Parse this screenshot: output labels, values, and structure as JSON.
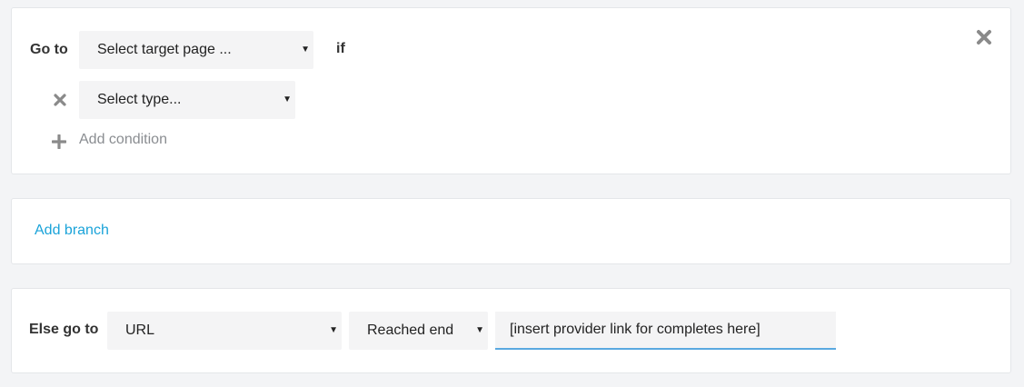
{
  "branch": {
    "goto_label": "Go to",
    "target_select": "Select target page ...",
    "if_label": "if",
    "type_select": "Select type...",
    "add_condition": "Add condition"
  },
  "add_branch": {
    "label": "Add branch"
  },
  "else_branch": {
    "label": "Else go to",
    "destination_select": "URL",
    "status_select": "Reached end",
    "url_value": "[insert provider link for completes here]"
  },
  "colors": {
    "accent_link": "#1aa3d9",
    "input_underline": "#5aa9e0",
    "icon_gray": "#8a8a8a"
  }
}
